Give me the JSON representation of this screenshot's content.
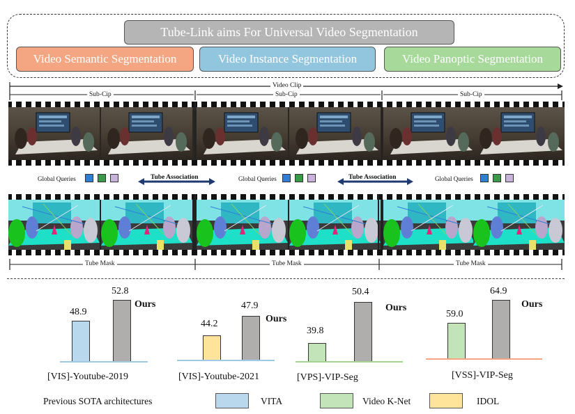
{
  "header": {
    "title": "Tube-Link aims For Universal Video Segmentation",
    "tasks": [
      {
        "label": "Video Semantic Segmentation",
        "color": "#f4a582"
      },
      {
        "label": "Video Instance Segmentation",
        "color": "#92c5de"
      },
      {
        "label": "Video Panoptic Segmentation",
        "color": "#a6d99a"
      }
    ]
  },
  "diagram": {
    "video_clip_label": "Video Clip",
    "sub_clip_label": "Sub-Cip",
    "global_queries_label": "Global Queries",
    "tube_association_label": "Tube Association",
    "tube_mask_label": "Tube Mask",
    "query_colors": [
      "#2f7fd6",
      "#3a9a4a",
      "#c9b2dc"
    ]
  },
  "chart_data": [
    {
      "type": "bar",
      "title": "[VIS]-Youtube-2019",
      "categories": [
        "VITA",
        "Ours"
      ],
      "values": [
        48.9,
        52.8
      ],
      "colors": [
        "#b9d8ee",
        "#b0adad"
      ],
      "ylim": [
        0,
        60
      ]
    },
    {
      "type": "bar",
      "title": "[VIS]-Youtube-2021",
      "categories": [
        "IDOL",
        "Ours"
      ],
      "values": [
        44.2,
        47.9
      ],
      "colors": [
        "#fde49a",
        "#b0adad"
      ],
      "ylim": [
        0,
        60
      ]
    },
    {
      "type": "bar",
      "title": "[VPS]-VIP-Seg",
      "categories": [
        "Video K-Net",
        "Ours"
      ],
      "values": [
        39.8,
        50.4
      ],
      "colors": [
        "#c3e3b8",
        "#b0adad"
      ],
      "ylim": [
        0,
        60
      ]
    },
    {
      "type": "bar",
      "title": "[VSS]-VIP-Seg",
      "categories": [
        "Video K-Net",
        "Ours"
      ],
      "values": [
        59.0,
        64.9
      ],
      "colors": [
        "#c3e3b8",
        "#b0adad"
      ],
      "ylim": [
        0,
        70
      ]
    }
  ],
  "bar_labels": {
    "ours": "Ours",
    "v1a": "48.9",
    "v1b": "52.8",
    "v2a": "44.2",
    "v2b": "47.9",
    "v3a": "39.8",
    "v3b": "50.4",
    "v4a": "59.0",
    "v4b": "64.9"
  },
  "legend": {
    "title": "Previous SOTA architectures",
    "items": [
      {
        "label": "VITA",
        "color": "#b9d8ee"
      },
      {
        "label": "Video K-Net",
        "color": "#c3e3b8"
      },
      {
        "label": "IDOL",
        "color": "#fde49a"
      }
    ]
  }
}
